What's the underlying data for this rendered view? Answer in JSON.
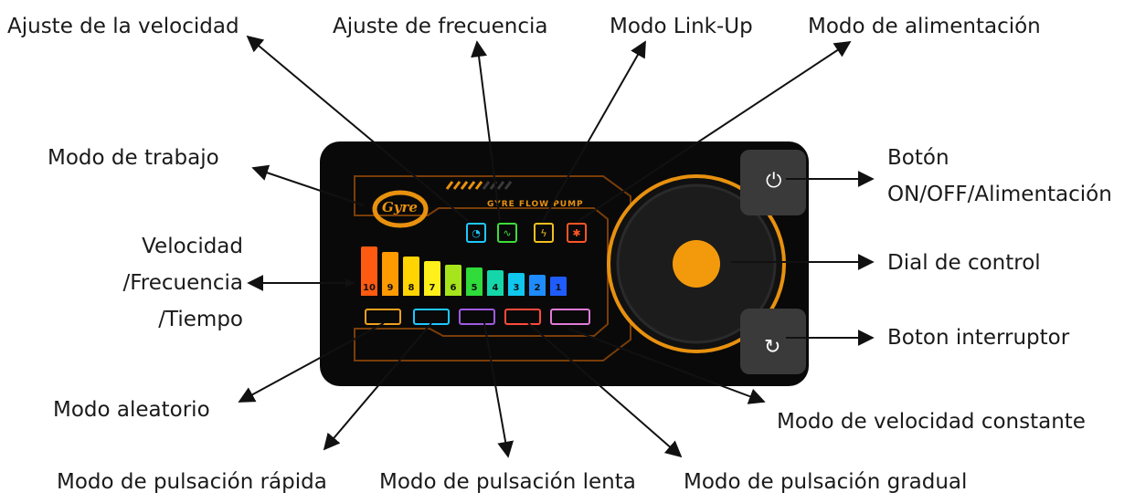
{
  "labels": {
    "speed_adjust": "Ajuste de la velocidad",
    "freq_adjust": "Ajuste de frecuencia",
    "linkup": "Modo Link-Up",
    "feed": "Modo de alimentación",
    "work_mode": "Modo de trabajo",
    "velocity_line1": "Velocidad",
    "velocity_line2": "/Frecuencia",
    "velocity_line3": "/Tiempo",
    "power_btn_line1": "Botón",
    "power_btn_line2": "ON/OFF/Alimentación",
    "dial": "Dial de control",
    "switch_btn": "Boton interruptor",
    "random": "Modo aleatorio",
    "constant": "Modo de velocidad constante",
    "fast_pulse": "Modo de pulsación rápida",
    "slow_pulse": "Modo de pulsación lenta",
    "gradual_pulse": "Modo de pulsación gradual"
  },
  "device": {
    "logo": "Gyre",
    "title": "GYRE FLOW PUMP",
    "power_glyph": "⏻",
    "switch_glyph": "↻",
    "levels": [
      "10",
      "9",
      "8",
      "7",
      "6",
      "5",
      "4",
      "3",
      "2",
      "1"
    ],
    "level_colors": [
      "#ff5a12",
      "#ff9a00",
      "#ffd400",
      "#ffef1a",
      "#a6e51c",
      "#2fdc3a",
      "#14d6a8",
      "#10c6ee",
      "#1e8cff",
      "#1f5cff"
    ],
    "indicator_icons": [
      {
        "name": "speed-gauge-icon",
        "glyph": "◔",
        "color": "#1ec8ff"
      },
      {
        "name": "frequency-wave-icon",
        "glyph": "∿",
        "color": "#3ddc3a"
      },
      {
        "name": "link-icon",
        "glyph": "ϟ",
        "color": "#f0c020"
      },
      {
        "name": "feed-icon",
        "glyph": "✱",
        "color": "#ff5526"
      }
    ],
    "mode_icons": [
      {
        "name": "random-mode-icon",
        "color": "#f0a020"
      },
      {
        "name": "fast-pulse-icon",
        "color": "#1ec8ff"
      },
      {
        "name": "slow-pulse-icon",
        "color": "#a05ae0"
      },
      {
        "name": "gradual-pulse-icon",
        "color": "#ff4a3a"
      },
      {
        "name": "constant-speed-icon",
        "color": "#e07ad8"
      }
    ],
    "dial_center_color": "#f39a0c",
    "accent": "#e8910f"
  }
}
